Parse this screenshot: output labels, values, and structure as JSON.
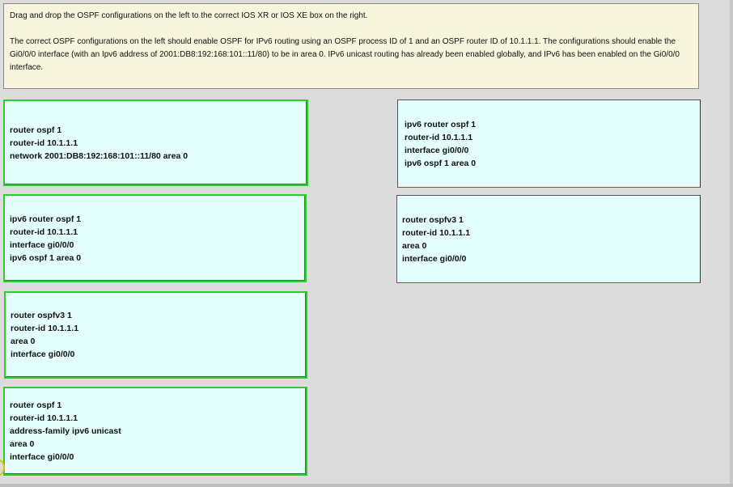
{
  "instructions": {
    "line1": "Drag and drop the OSPF configurations on the left to the correct IOS XR or IOS XE box on the right.",
    "line2": "The correct OSPF configurations on the left should enable OSPF for IPv6 routing using an OSPF process ID of 1 and an OSPF router ID of 10.1.1.1. The configurations should enable the Gi0/0/0 interface (with an Ipv6 address of 2001:DB8:192:168:101::11/80) to be in area 0. IPv6 unicast routing has already been enabled globally, and IPv6 has been enabled on the Gi0/0/0 interface."
  },
  "left_options": [
    {
      "lines": [
        "router ospf 1",
        "router-id 10.1.1.1",
        "network 2001:DB8:192:168:101::11/80 area 0"
      ]
    },
    {
      "lines": [
        "ipv6 router ospf 1",
        "router-id 10.1.1.1",
        "interface gi0/0/0",
        "ipv6 ospf 1 area 0"
      ]
    },
    {
      "lines": [
        "router ospfv3 1",
        "router-id 10.1.1.1",
        "area 0",
        "interface gi0/0/0"
      ]
    },
    {
      "lines": [
        "router ospf 1",
        "router-id 10.1.1.1",
        "address-family ipv6 unicast",
        "area 0",
        "interface gi0/0/0"
      ]
    }
  ],
  "right_targets": [
    {
      "lines": [
        "ipv6 router ospf 1",
        "router-id 10.1.1.1",
        "interface gi0/0/0",
        "ipv6 ospf 1 area 0"
      ]
    },
    {
      "lines": [
        "router ospfv3 1",
        "router-id 10.1.1.1",
        "area 0",
        "interface gi0/0/0"
      ]
    }
  ],
  "colors": {
    "background": "#dcdcdc",
    "instructions_bg": "#f7f5dd",
    "box_bg": "#e4fdfd",
    "draggable_border": "#2ecc2e"
  }
}
